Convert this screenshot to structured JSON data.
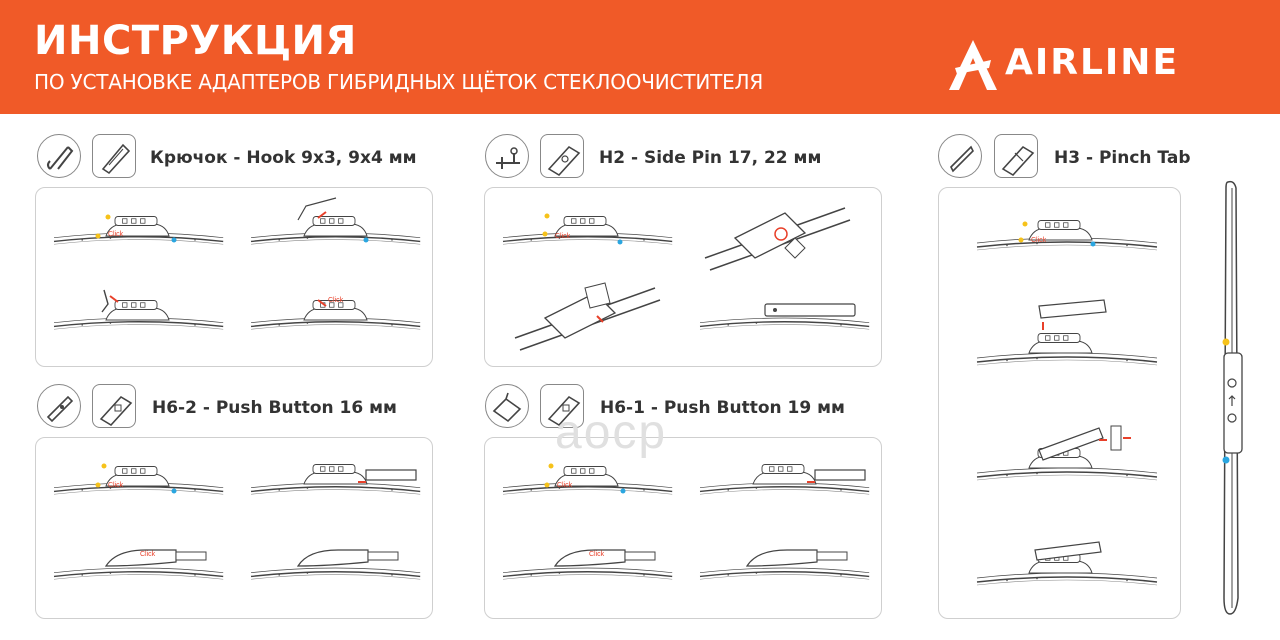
{
  "header": {
    "title": "ИНСТРУКЦИЯ",
    "subtitle": "ПО УСТАНОВКЕ АДАПТЕРОВ ГИБРИДНЫХ ЩЁТОК СТЕКЛООЧИСТИТЕЛЯ",
    "logo_text": "AIRLINE"
  },
  "sections": [
    {
      "id": "hook",
      "title": "Крючок - Hook 9x3, 9x4 мм",
      "click_labels": [
        "Click",
        "Click"
      ]
    },
    {
      "id": "h2",
      "title": "H2 - Side Pin 17, 22 мм",
      "click_labels": [
        "Click"
      ]
    },
    {
      "id": "h3",
      "title": "H3 - Pinch Tab",
      "click_labels": [
        "Click"
      ]
    },
    {
      "id": "h6-2",
      "title": "H6-2 - Push Button 16 мм",
      "click_labels": [
        "Click",
        "Click"
      ]
    },
    {
      "id": "h6-1",
      "title": "H6-1 - Push Button 19 мм",
      "click_labels": [
        "Click",
        "Click"
      ]
    }
  ],
  "watermark": "aocp",
  "colors": {
    "accent": "#f05a28",
    "yellow_dot": "#f6c21a",
    "blue_dot": "#2aa6e0",
    "click_red": "#e8402a"
  },
  "icons": [
    "hook-adapter-icon",
    "hook-clip-icon",
    "side-pin-adapter-icon",
    "side-pin-clip-icon",
    "pinch-tab-adapter-icon",
    "pinch-tab-clip-icon",
    "push-button-16-adapter-icon",
    "push-button-16-clip-icon",
    "push-button-19-adapter-icon",
    "push-button-19-clip-icon",
    "airline-logo-icon"
  ]
}
